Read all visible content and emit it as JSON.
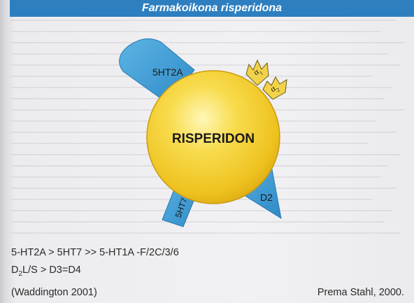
{
  "header": {
    "title": "Farmakoikona risperidona"
  },
  "diagram": {
    "center_label": "RISPERIDON",
    "receptors": [
      {
        "id": "5ht2a",
        "label": "5HT2A"
      },
      {
        "id": "5ht7",
        "label": "5HT7"
      },
      {
        "id": "d2",
        "label": "D2"
      },
      {
        "id": "alpha1",
        "label": "α",
        "sub": "1"
      },
      {
        "id": "alpha2",
        "label": "α",
        "sub": "2"
      }
    ],
    "colors": {
      "receptor_blue": "#4aa3d6",
      "ligand_yellow": "#f3cf2f",
      "alpha_yellow": "#f2d24a"
    }
  },
  "affinity": {
    "line1": "5-HT2A > 5HT7 >> 5-HT1A -F/2C/3/6",
    "line2_main": "D",
    "line2_sub": "2",
    "line2_rest": "L/S > D3=D4",
    "citation": "(Waddington 2001)"
  },
  "credit": "Prema Stahl, 2000."
}
